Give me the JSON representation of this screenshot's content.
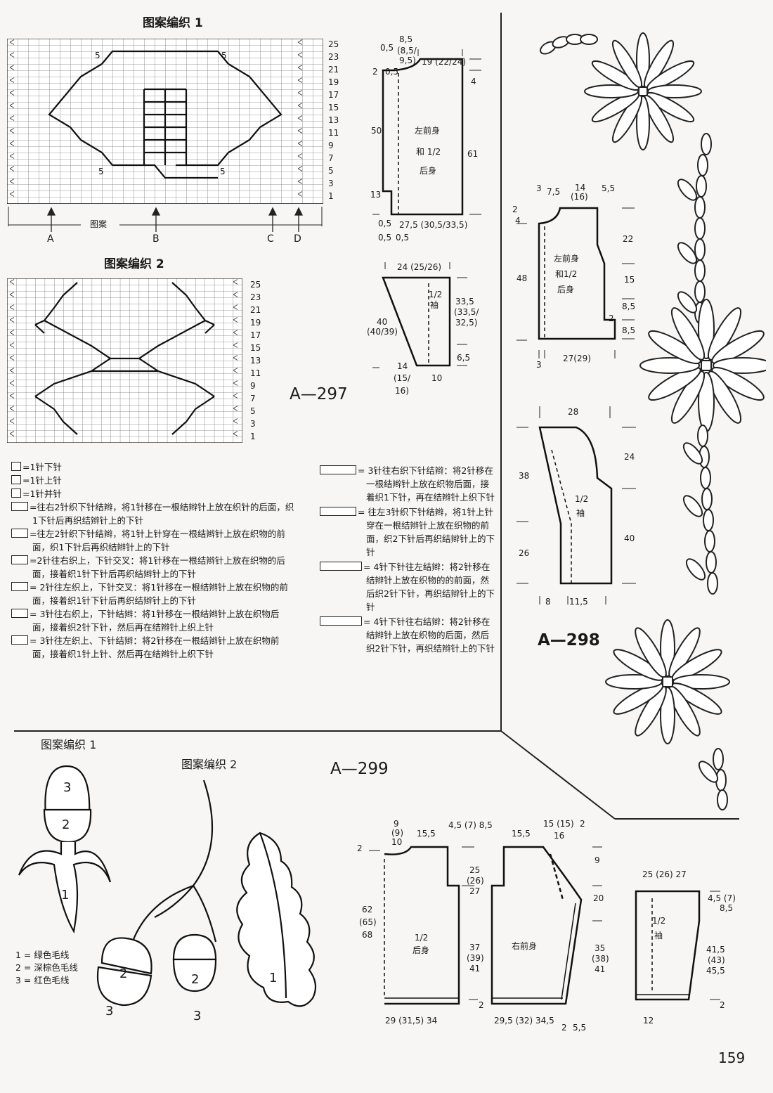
{
  "page_number": "159",
  "codes": {
    "a297": "A—297",
    "a298": "A—298",
    "a299": "A—299"
  },
  "chart1": {
    "title": "图案编织 1",
    "row_numbers": [
      "25",
      "23",
      "21",
      "19",
      "17",
      "15",
      "13",
      "11",
      "9",
      "7",
      "5",
      "3",
      "1"
    ],
    "five": "5",
    "pattern_label": "图案",
    "markers": [
      "A",
      "B",
      "C",
      "D"
    ]
  },
  "chart2": {
    "title": "图案编织 2",
    "row_numbers": [
      "25",
      "23",
      "21",
      "19",
      "17",
      "15",
      "13",
      "11",
      "9",
      "7",
      "5",
      "3",
      "1"
    ]
  },
  "legend_left": [
    "=1针下针",
    "=1针上针",
    "=1针并针",
    "=往右2针织下针结辫，将1针移在一根结辫针上放在织针的后面，织1下针后再织结辫针上的下针",
    "=往左2针织下针结辫，将1针上针穿在一根结辫针上放在织物的前面，织1下针后再织结辫针上的下针",
    "=2针往右织上，下针交叉：将1针移在一根结辫针上放在织物的后面，接着织1针下针后再织结辫针上的下针",
    "= 2针往左织上，下针交叉：将1针移在一根结辫针上放在织物的前面，接着织1针下针后再织结辫针上的下针",
    "= 3针往右织上，下针结辫：将1针移在一根结辫针上放在织物后面，接着织2针下针，然后再在结辫针上织上针",
    "= 3针往左织上、下针结辫：将2针移在一根结辫针上放在织物前面，接着织1针上针、然后再在结辫针上织下针"
  ],
  "legend_right": [
    "= 3针往右织下针结辫：将2针移在一根结辫针上放在织物后面，接着织1下针，再在结辫针上织下针",
    "= 往左3针织下针结辫，将1针上针穿在一根结辫针上放在织物的前面，织2下针后再织结辫针上的下针",
    "= 4针下针往左结辫：将2针移在结辫针上放在织物的的前面，然后织2针下针，再织结辫针上的下针",
    "= 4针下针往右结辫：将2针移在结辫针上放在织物的后面，然后织2针下针，再织结辫针上的下针"
  ],
  "a297_body": {
    "label_l1": "左前身",
    "label_l2": "和 1/2",
    "label_l3": "后身",
    "top": [
      "0,5",
      "8,5",
      "(8,5/",
      "9,5)",
      "19 (22/24)"
    ],
    "left_small": "2",
    "neck": "0,5",
    "h50": "50",
    "h13": "13",
    "h61": "61",
    "h4": "4",
    "bottom": [
      "0,5",
      "0,5",
      "27,5 (30,5/33,5)"
    ]
  },
  "a297_sleeve": {
    "label1": "1/2",
    "label2": "袖",
    "top": "24 (25/26)",
    "left": [
      "40",
      "(40/39)"
    ],
    "right": [
      "33,5",
      "(33,5/",
      "32,5)"
    ],
    "r65": "6,5",
    "bottom": [
      "14",
      "(15/",
      "16)",
      "10"
    ]
  },
  "a298_body": {
    "label1": "左前身",
    "label2": "和1/2",
    "label3": "后身",
    "top": [
      "3",
      "7,5",
      "14",
      "(16)",
      "5,5"
    ],
    "left_frac": [
      "2",
      "4"
    ],
    "h48": "48",
    "r": [
      "22",
      "15",
      "8,5",
      "8,5"
    ],
    "two": "2",
    "bottom": [
      "3",
      "27(29)"
    ]
  },
  "a298_sleeve": {
    "label1": "1/2",
    "label2": "袖",
    "top": "28",
    "left": [
      "38",
      "26"
    ],
    "right": [
      "24",
      "40"
    ],
    "bottom": [
      "8",
      "11,5"
    ]
  },
  "a299_motifs": {
    "motif1_title": "图案编织 1",
    "motif2_title": "图案编织 2",
    "colors": [
      "1 = 绿色毛线",
      "2 = 深棕色毛线",
      "3 = 红色毛线"
    ],
    "nums": [
      "1",
      "2",
      "3"
    ]
  },
  "a299_back": {
    "label1": "1/2",
    "label2": "后身",
    "top": [
      "9",
      "(9)",
      "10",
      "15,5"
    ],
    "left": [
      "62",
      "(65)",
      "68"
    ],
    "two": "2",
    "bottom": "29 (31,5) 34"
  },
  "a299_mid": {
    "a": [
      "25",
      "(26)",
      "27"
    ],
    "b": [
      "37",
      "(39)",
      "41"
    ],
    "top": "4,5 (7) 8,5",
    "two": "2"
  },
  "a299_front": {
    "label": "右前身",
    "top": [
      "15,5",
      "15 (15)",
      "16",
      "2"
    ],
    "right": [
      "9",
      "20",
      "35",
      "(38)",
      "41"
    ],
    "bottom": [
      "29,5 (32) 34,5",
      "2",
      "5,5"
    ]
  },
  "a299_sleeve": {
    "label1": "1/2",
    "label2": "袖",
    "top": "25 (26) 27",
    "right": [
      "4,5 (7)",
      "8,5",
      "41,5",
      "(43)",
      "45,5",
      "2"
    ],
    "bottom": "12"
  }
}
